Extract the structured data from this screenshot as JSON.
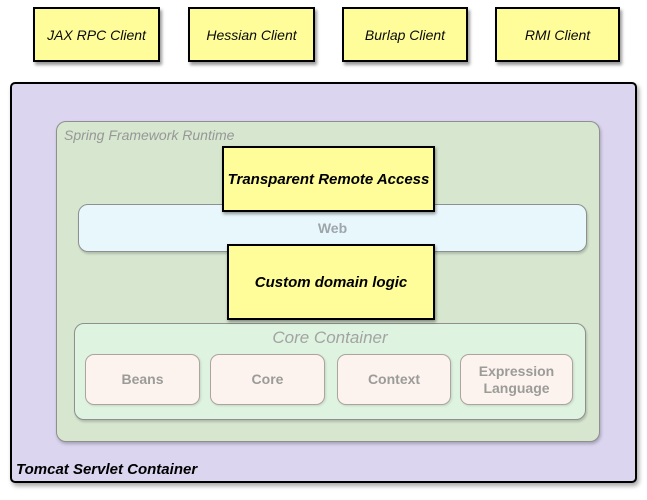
{
  "colors": {
    "client_fill": "#FFFD9A",
    "tomcat_fill": "#DBD5F0",
    "runtime_fill": "#D6E6CF",
    "web_fill": "#E8F7FB",
    "core_fill": "#DFF3E1",
    "module_fill": "#FDF3EE",
    "module_border": "#ADA49F",
    "border_dark": "#000000",
    "border_gray": "#8F8F8F"
  },
  "clients": [
    "JAX RPC Client",
    "Hessian Client",
    "Burlap Client",
    "RMI Client"
  ],
  "runtime": {
    "label": "Spring Framework Runtime"
  },
  "layers": {
    "transparent_remote_access": "Transparent Remote Access",
    "web": "Web",
    "custom_domain_logic": "Custom domain logic"
  },
  "core": {
    "label": "Core Container",
    "modules": [
      "Beans",
      "Core",
      "Context",
      "Expression Language"
    ]
  },
  "tomcat": {
    "label": "Tomcat Servlet Container"
  }
}
